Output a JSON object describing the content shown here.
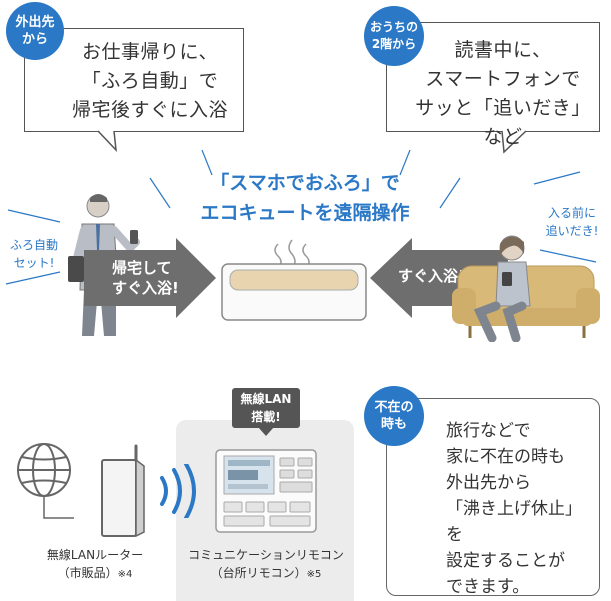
{
  "top_left": {
    "badge": "外出先\nから",
    "lines": [
      "お仕事帰りに、",
      "「ふろ自動」で",
      "帰宅後すぐに入浴"
    ]
  },
  "top_right": {
    "badge": "おうちの\n2階から",
    "lines": [
      "読書中に、",
      "スマートフォンで",
      "サッと「追いだき」など"
    ]
  },
  "headline": {
    "line1": "「スマホでおふろ」で",
    "line2": "エコキュートを遠隔操作"
  },
  "left_note": {
    "line1": "ふろ自動",
    "line2": "セット!"
  },
  "right_note": {
    "line1": "入る前に",
    "line2": "追いだき!"
  },
  "left_arrow": {
    "line1": "帰宅して",
    "line2": "すぐ入浴!"
  },
  "right_arrow": {
    "line1": "すぐ入浴!"
  },
  "router_caption": {
    "line1": "無線LANルーター",
    "line2": "（市販品）",
    "note": "※4"
  },
  "remote_caption": {
    "line1": "コミュニケーションリモコン",
    "line2": "（台所リモコン）",
    "note": "※5"
  },
  "lan_tag": {
    "line1": "無線LAN",
    "line2": "搭載!"
  },
  "absent": {
    "badge": "不在の\n時も",
    "lines": [
      "旅行などで",
      "家に不在の時も",
      "外出先から",
      "「沸き上げ休止」を",
      "設定することが",
      "できます。"
    ]
  },
  "colors": {
    "accent": "#2a78c6",
    "arrow": "#6e6e6e",
    "tub": "#e8d5b0",
    "sofa": "#d9b978"
  },
  "icons": [
    "man-with-phone-icon",
    "woman-on-sofa-icon",
    "bathtub-icon",
    "globe-icon",
    "router-icon",
    "wifi-waves-icon",
    "remote-control-icon"
  ]
}
